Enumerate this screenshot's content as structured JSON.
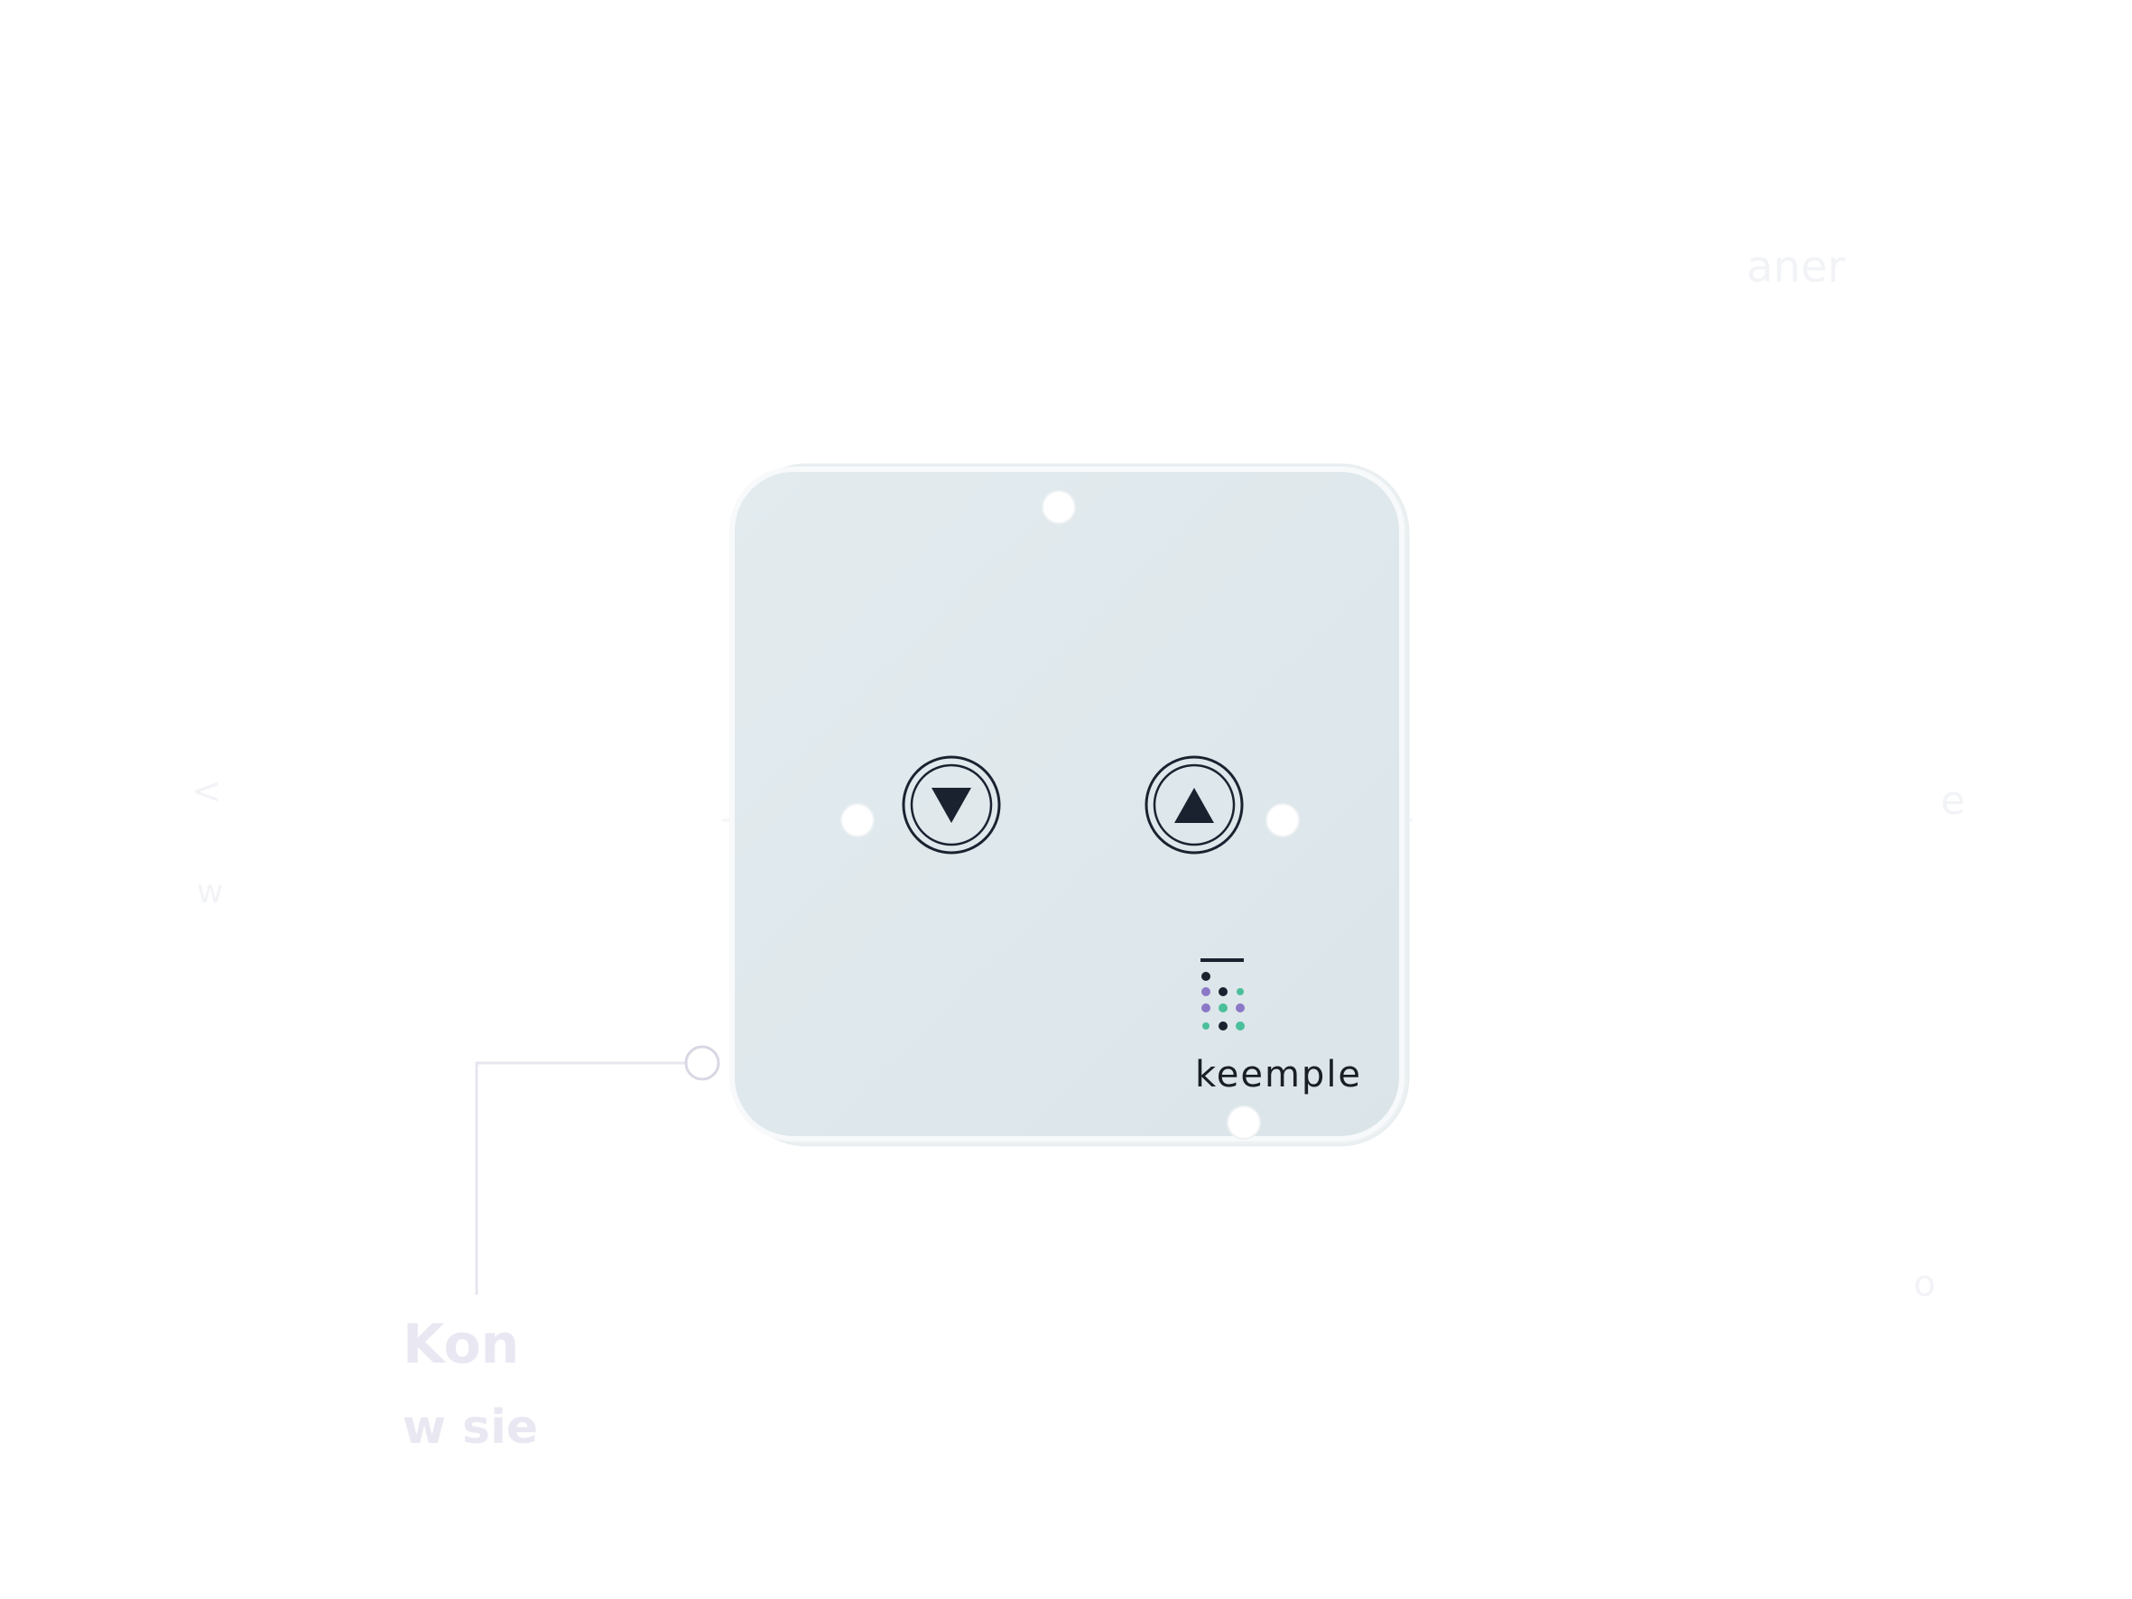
{
  "brand": {
    "name": "keemple"
  },
  "colors": {
    "panel_face": "#dfe8ec",
    "panel_edge": "#f7f9fa",
    "background": "#ffffff",
    "icon_dark": "#1a2230",
    "logo_purple": "#8b78c7",
    "logo_teal": "#4bbf9a",
    "caption_text": "#e9e8f2"
  },
  "icons": {
    "down_button": "triangle-down-icon",
    "up_button": "triangle-up-icon",
    "logo_mark": "keemple-dots-logo"
  },
  "captions": {
    "bottom_left_line1": "Kon",
    "bottom_left_line2": "w sie",
    "top_right": "aner",
    "right_mid": "e",
    "right_bottom": "o",
    "left_top": "<",
    "left_bottom": "w"
  }
}
